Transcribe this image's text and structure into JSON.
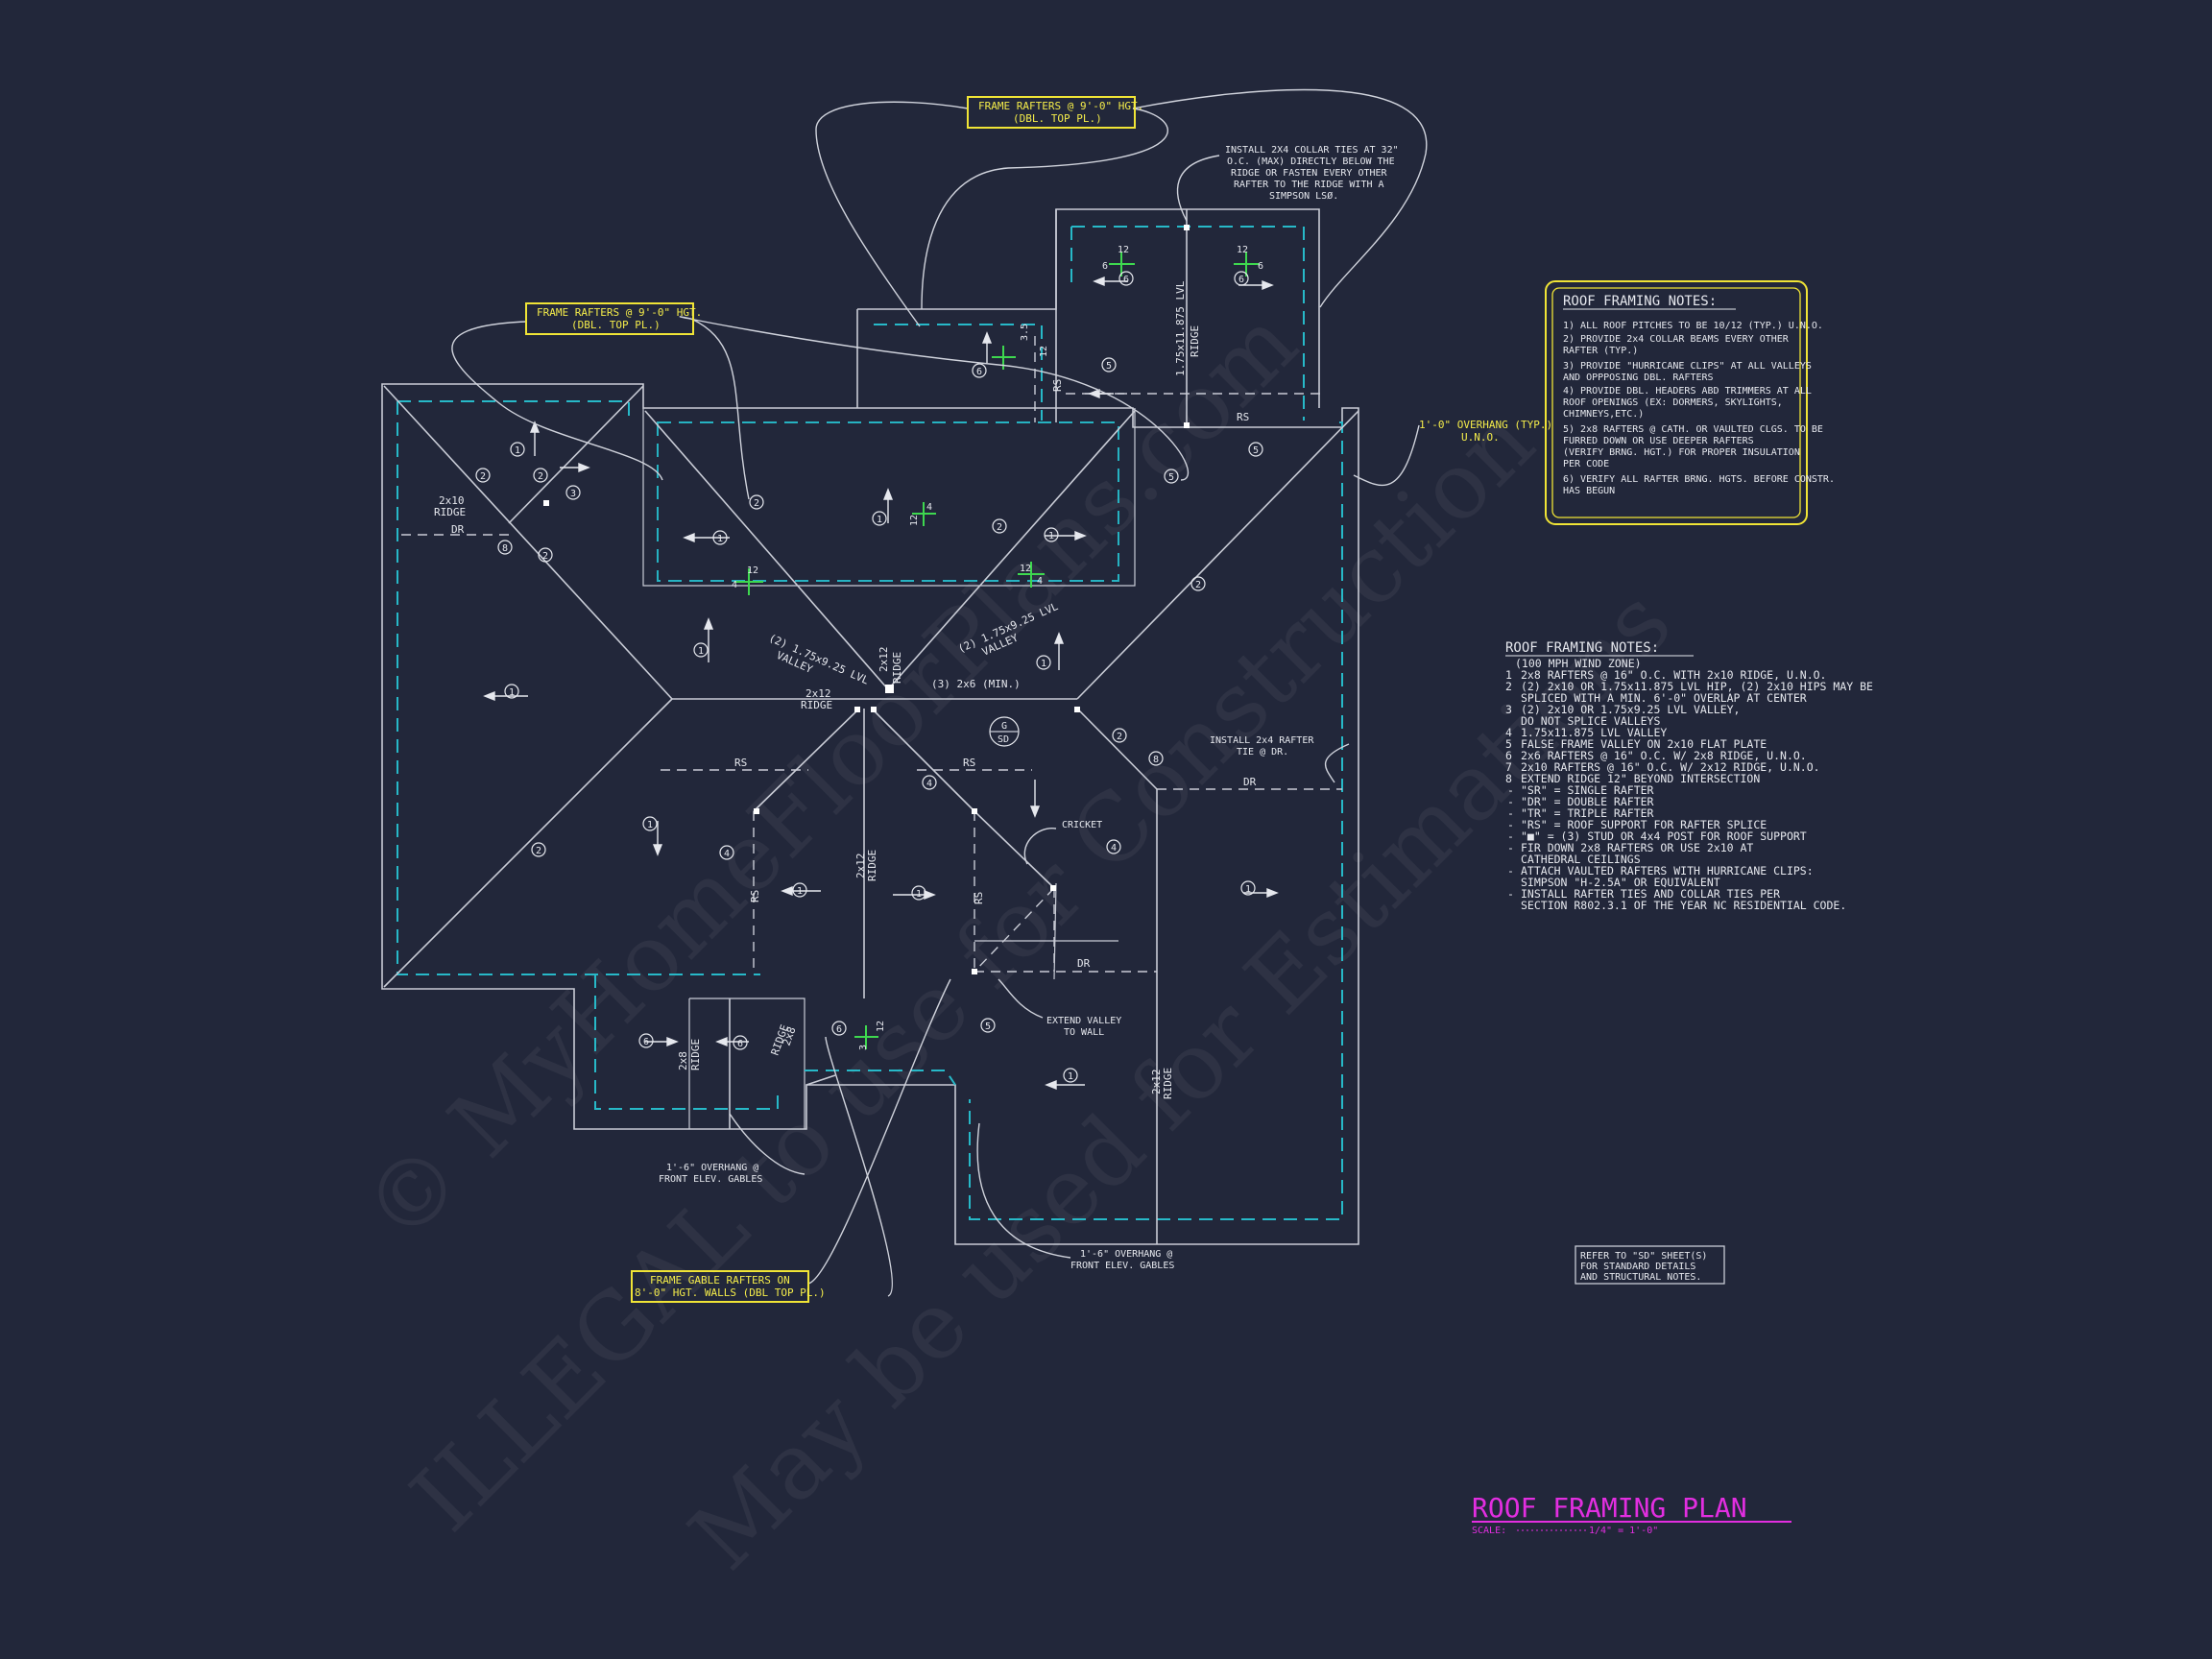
{
  "watermark": {
    "line1": "© MyHomeFloorPlans.com",
    "line2": "ILLEGAL to use for Construction",
    "line3": "May be used for Estimations"
  },
  "callouts": {
    "frame_rafters_top": [
      "FRAME RAFTERS @ 9'-0\" HGT.",
      "(DBL. TOP PL.)"
    ],
    "frame_rafters_left": [
      "FRAME RAFTERS @ 9'-0\" HGT.",
      "(DBL. TOP PL.)"
    ],
    "collar_ties": [
      "INSTALL 2X4 COLLAR TIES AT 32\"",
      "O.C. (MAX) DIRECTLY BELOW THE",
      "RIDGE OR FASTEN EVERY OTHER",
      "RAFTER TO THE RIDGE WITH A",
      "SIMPSON LSØ."
    ],
    "overhang_typ": [
      "1'-0\" OVERHANG (TYP.)",
      "U.N.O."
    ],
    "rafter_tie": [
      "INSTALL 2x4 RAFTER",
      "TIE @ DR."
    ],
    "cricket": "CRICKET",
    "extend_valley": [
      "EXTEND VALLEY",
      "TO WALL"
    ],
    "overhang_front_left": [
      "1'-6\" OVERHANG @",
      "FRONT ELEV. GABLES"
    ],
    "overhang_front_right": [
      "1'-6\" OVERHANG @",
      "FRONT ELEV. GABLES"
    ],
    "frame_gable": [
      "FRAME GABLE RAFTERS ON",
      "8'-0\" HGT. WALLS (DBL TOP PL.)"
    ],
    "valley_left": [
      "(2) 1.75x9.25 LVL",
      "VALLEY"
    ],
    "valley_right": [
      "(2) 1.75x9.25 LVL",
      "VALLEY"
    ],
    "post_note": "(3) 2x6 (MIN.)",
    "lvl_ridge": "1.75x11.875 LVL",
    "sd_tag": [
      "G",
      "SD"
    ]
  },
  "plan_labels": {
    "ridge_2x12": [
      "2x12",
      "RIDGE"
    ],
    "ridge_2x10": [
      "2x10",
      "RIDGE"
    ],
    "ridge_2x8": [
      "2x8",
      "RIDGE"
    ],
    "ridge_word": "RIDGE",
    "dr": "DR",
    "rs": "RS",
    "pitch_12": "12",
    "pitch_6": "6",
    "pitch_4": "4",
    "pitch_3": "3",
    "pitch_35": "3.5",
    "tags": [
      "1",
      "2",
      "3",
      "4",
      "5",
      "6",
      "8"
    ]
  },
  "notes_box": {
    "title": "ROOF FRAMING NOTES:",
    "items": [
      "1) ALL ROOF PITCHES TO BE  10/12 (TYP.) U.N.O.",
      "2) PROVIDE 2x4 COLLAR BEAMS EVERY OTHER",
      "    RAFTER (TYP.)",
      "3) PROVIDE \"HURRICANE CLIPS\" AT ALL VALLEYS",
      "    AND OPPPOSING DBL. RAFTERS",
      "4) PROVIDE DBL. HEADERS ABD TRIMMERS AT ALL",
      "    ROOF OPENINGS (EX: DORMERS, SKYLIGHTS,",
      "    CHIMNEYS,ETC.)",
      "5) 2x8 RAFTERS @ CATH. OR VAULTED CLGS. TO BE",
      "    FURRED DOWN OR USE DEEPER RAFTERS",
      "    (VERIFY BRNG. HGT.) FOR PROPER INSULATION",
      "    PER CODE",
      "6) VERIFY ALL RAFTER BRNG. HGTS. BEFORE CONSTR.",
      "    HAS BEGUN"
    ]
  },
  "notes_list": {
    "title": "ROOF FRAMING NOTES:",
    "subtitle": "(100 MPH WIND ZONE)",
    "items": [
      {
        "tag": "1",
        "text": [
          "2x8 RAFTERS @ 16\" O.C. WITH 2x10 RIDGE, U.N.O."
        ]
      },
      {
        "tag": "2",
        "text": [
          "(2) 2x10 OR 1.75x11.875 LVL HIP, (2) 2x10 HIPS MAY BE",
          "SPLICED WITH A MIN. 6'-0\" OVERLAP AT CENTER"
        ]
      },
      {
        "tag": "3",
        "text": [
          "(2) 2x10 OR 1.75x9.25 LVL VALLEY,",
          "DO NOT SPLICE VALLEYS"
        ]
      },
      {
        "tag": "4",
        "text": [
          "1.75x11.875 LVL VALLEY"
        ]
      },
      {
        "tag": "5",
        "text": [
          "FALSE FRAME VALLEY ON 2x10 FLAT PLATE"
        ]
      },
      {
        "tag": "6",
        "text": [
          "2x6 RAFTERS @ 16\" O.C. W/ 2x8 RIDGE, U.N.O."
        ]
      },
      {
        "tag": "7",
        "text": [
          "2x10 RAFTERS @ 16\" O.C. W/ 2x12 RIDGE, U.N.O."
        ]
      },
      {
        "tag": "8",
        "text": [
          "EXTEND RIDGE 12\" BEYOND INTERSECTION"
        ]
      }
    ],
    "bullets": [
      [
        "\"SR\" = SINGLE RAFTER"
      ],
      [
        "\"DR\" = DOUBLE RAFTER"
      ],
      [
        "\"TR\" = TRIPLE RAFTER"
      ],
      [
        "\"RS\" = ROOF SUPPORT FOR RAFTER SPLICE"
      ],
      [
        "\"■\" = (3) STUD OR 4x4 POST FOR ROOF SUPPORT"
      ],
      [
        "FIR DOWN 2x8 RAFTERS OR USE 2x10 AT",
        "CATHEDRAL CEILINGS"
      ],
      [
        "ATTACH VAULTED RAFTERS WITH HURRICANE CLIPS:",
        "SIMPSON \"H-2.5A\" OR EQUIVALENT"
      ],
      [
        "INSTALL RAFTER TIES AND COLLAR TIES PER",
        "SECTION R802.3.1 OF THE YEAR NC RESIDENTIAL CODE."
      ]
    ]
  },
  "refer_box": [
    "REFER TO \"SD\" SHEET(S)",
    "FOR STANDARD DETAILS",
    "AND STRUCTURAL NOTES."
  ],
  "title_block": {
    "title": "ROOF FRAMING PLAN",
    "scale_label": "SCALE:",
    "scale_value": "1/4\" = 1'-0\""
  },
  "colors": {
    "background": "#22273a",
    "linework": "#c9ccd6",
    "overhang": "#27b9c8",
    "callout": "#f0e436",
    "pitch_marker": "#3ed84f",
    "title": "#e22ee0"
  }
}
